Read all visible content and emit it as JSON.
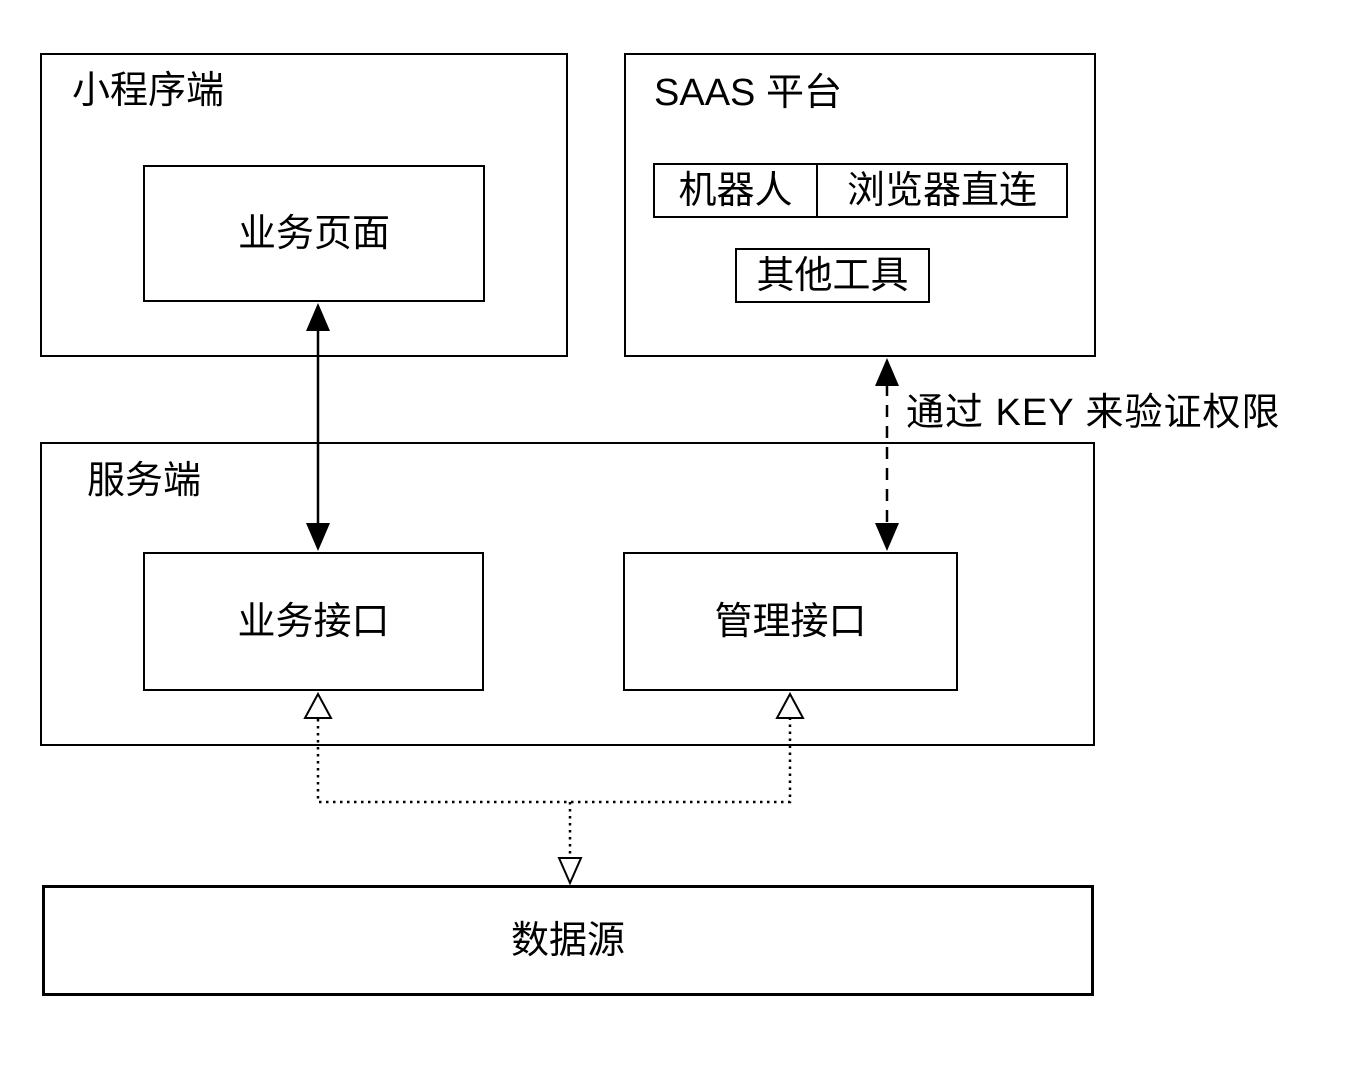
{
  "diagram": {
    "background": "#ffffff",
    "stroke_color": "#000000",
    "groups": {
      "mini_program": {
        "label": "小程序端"
      },
      "saas": {
        "label": "SAAS 平台"
      },
      "server": {
        "label": "服务端"
      }
    },
    "nodes": {
      "biz_page": {
        "label": "业务页面"
      },
      "robot": {
        "label": "机器人"
      },
      "browser_direct": {
        "label": "浏览器直连"
      },
      "other_tools": {
        "label": "其他工具"
      },
      "biz_api": {
        "label": "业务接口"
      },
      "mgmt_api": {
        "label": "管理接口"
      },
      "data_source": {
        "label": "数据源"
      }
    },
    "annotations": {
      "key_auth": "通过 KEY 来验证权限"
    },
    "edges": [
      {
        "from": "biz_page",
        "to": "biz_api",
        "style": "solid",
        "arrowheads": "filled-both"
      },
      {
        "from": "saas",
        "to": "mgmt_api",
        "style": "dashed",
        "arrowheads": "filled-both",
        "label": "通过 KEY 来验证权限"
      },
      {
        "from": "biz_api",
        "to": "data_source",
        "style": "dotted",
        "arrowheads": "hollow"
      },
      {
        "from": "mgmt_api",
        "to": "data_source",
        "style": "dotted",
        "arrowheads": "hollow"
      }
    ]
  }
}
